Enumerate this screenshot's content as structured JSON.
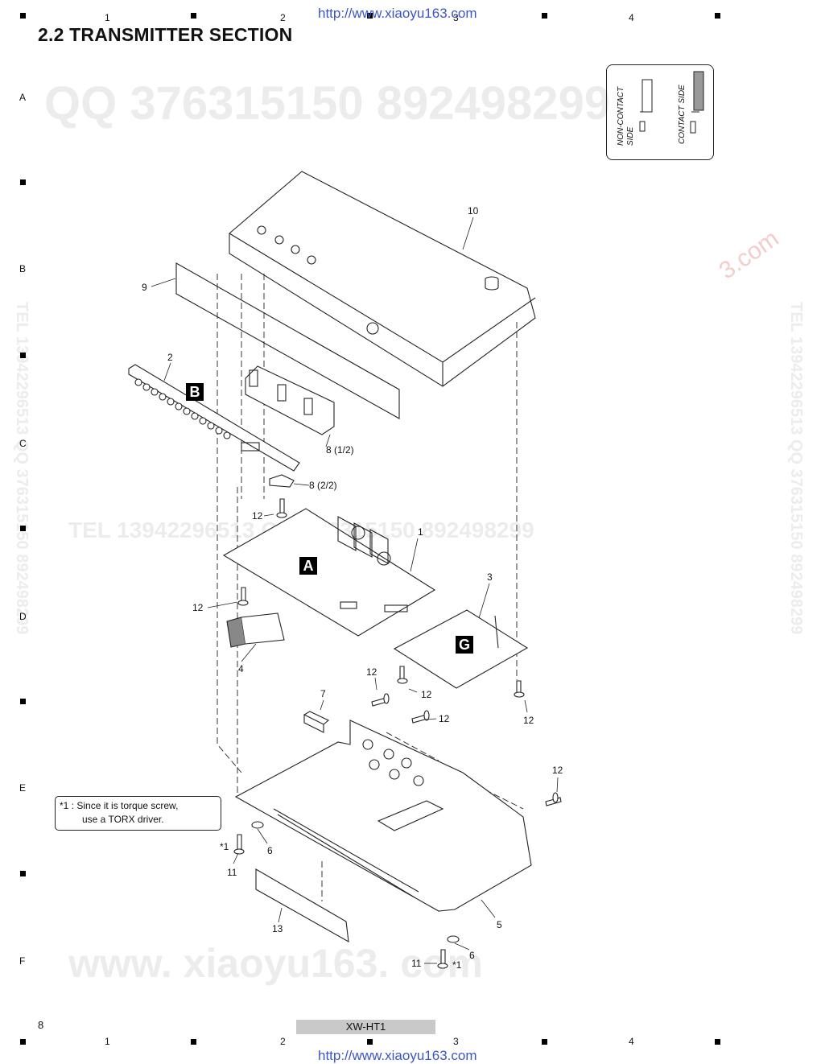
{
  "header": {
    "section_title": "2.2  TRANSMITTER SECTION",
    "url_top": "http://www.xiaoyu163.com",
    "url_bottom": "http://www.xiaoyu163.com"
  },
  "grid": {
    "columns": [
      "1",
      "2",
      "3",
      "4"
    ],
    "rows": [
      "A",
      "B",
      "C",
      "D",
      "E",
      "F"
    ]
  },
  "watermarks": {
    "qq_top": "QQ 376315150      892498299",
    "tel_mid": "TEL  13942296513   QQ  376315150  892498299",
    "www_bottom": "www. xiaoyu163. com",
    "side_right": "TEL 13942296513  QQ 376315150  892498299",
    "side_left": "TEL 13942296513  QQ 376315150  892498299",
    "stamp": "3.com"
  },
  "legend": {
    "non_contact_line1": "NON-CONTACT",
    "non_contact_line2": "SIDE",
    "contact": "CONTACT SIDE"
  },
  "parts": {
    "p10": "10",
    "p9": "9",
    "p2": "2",
    "p8a": "8 (1/2)",
    "p8b": "8 (2/2)",
    "p12a": "12",
    "p1": "1",
    "p12b": "12",
    "p3": "3",
    "p4": "4",
    "p12c": "12",
    "p12d": "12",
    "p7": "7",
    "p12e": "12",
    "p12f": "12",
    "p12g": "12",
    "p6a": "6",
    "p11a": "11",
    "p13": "13",
    "p5": "5",
    "p6b": "6",
    "p11b": "11",
    "star1a": "*1",
    "star1b": "*1"
  },
  "boards": {
    "b": "B",
    "a": "A",
    "g": "G"
  },
  "note": {
    "line1": "*1 :  Since it is torque screw,",
    "line2": "use a TORX driver."
  },
  "footer": {
    "page": "8",
    "model": "XW-HT1"
  }
}
